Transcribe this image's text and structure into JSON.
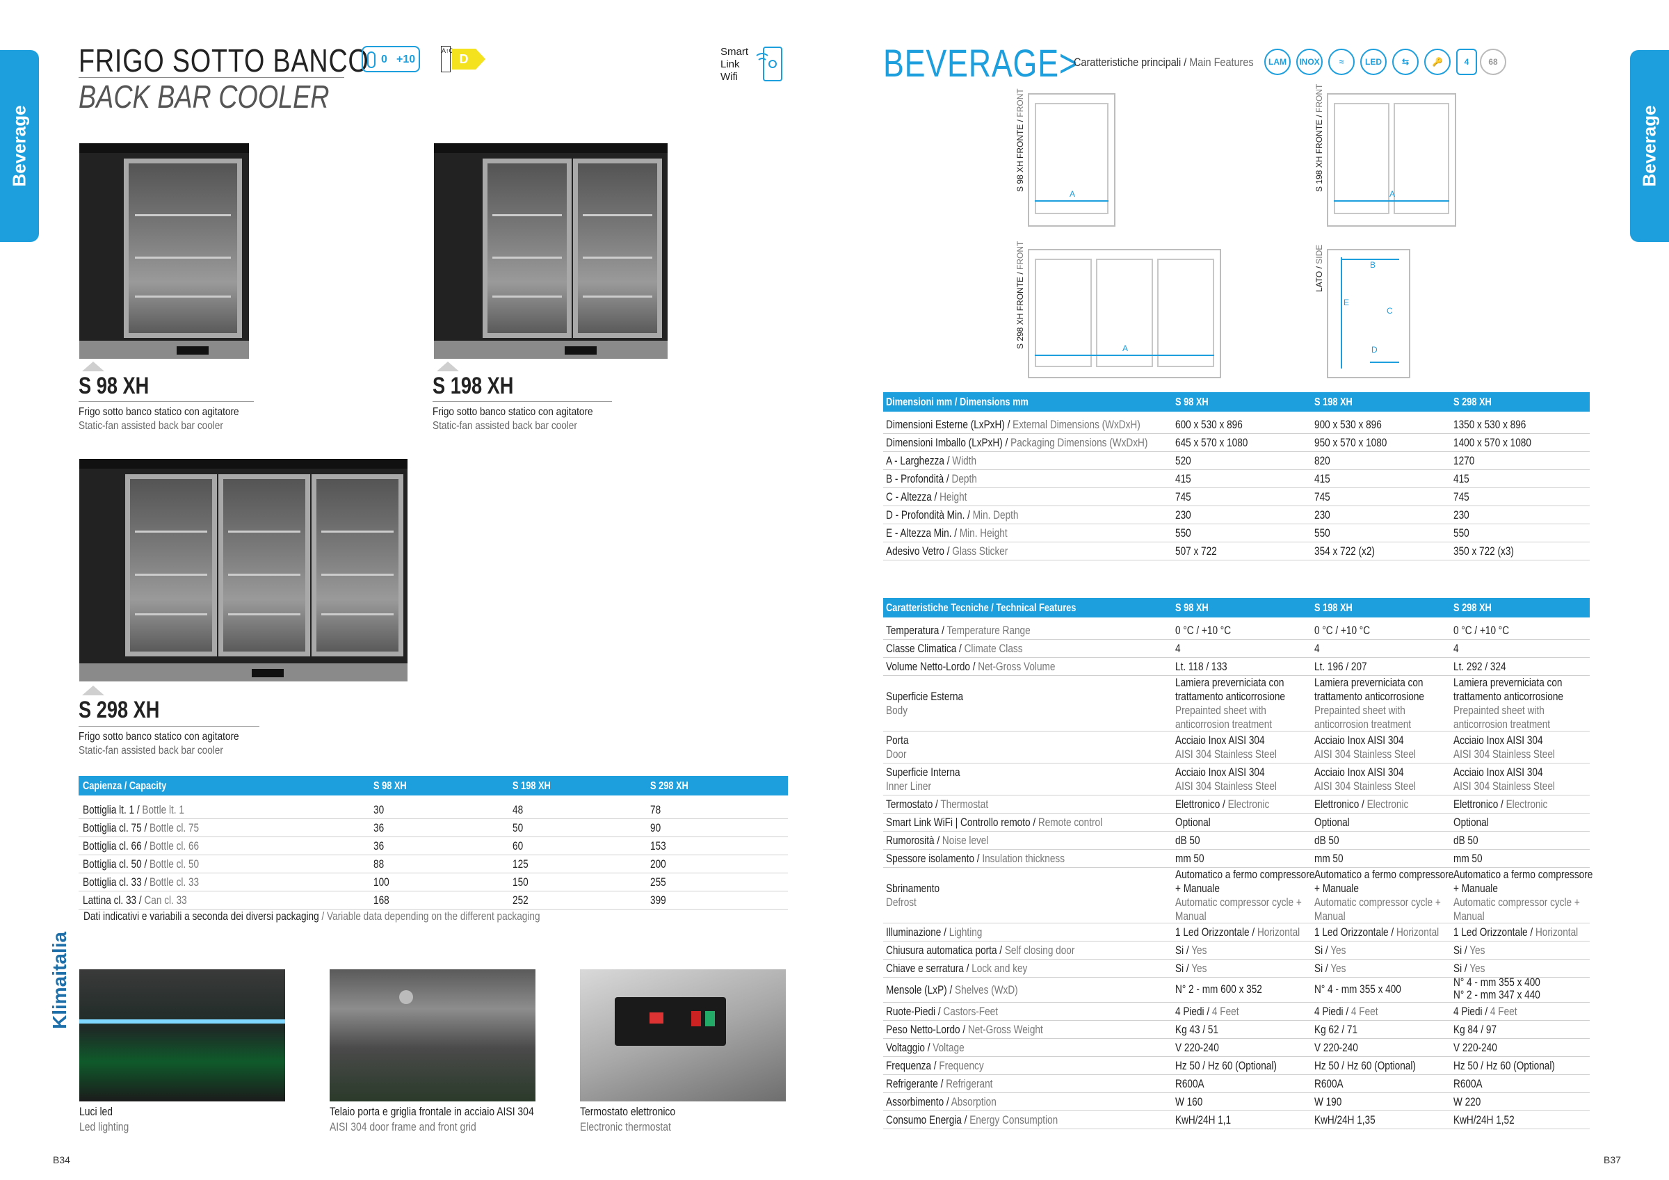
{
  "side_tab_left": "Beverage",
  "side_tab_right": "Beverage",
  "title": {
    "it": "FRIGO SOTTO BANCO",
    "en": "BACK BAR COOLER"
  },
  "badges": {
    "temp_min": "0",
    "temp_max": "+10",
    "energy_scale": "A↑G",
    "energy_class": "D"
  },
  "smart_link": [
    "Smart",
    "Link",
    "Wifi"
  ],
  "beverage_title": "BEVERAGE>",
  "main_features": {
    "it": "Caratteristiche principali / ",
    "en": "Main Features"
  },
  "feature_icons": [
    "LAM",
    "INOX",
    "≈",
    "LED",
    "⇆",
    "🔑",
    "4",
    "68"
  ],
  "products": [
    {
      "name": "S 98 XH",
      "desc_it": "Frigo sotto banco statico con agitatore",
      "desc_en": "Static-fan assisted back bar cooler"
    },
    {
      "name": "S 198 XH",
      "desc_it": "Frigo sotto banco statico con agitatore",
      "desc_en": "Static-fan assisted back bar cooler"
    },
    {
      "name": "S 298 XH",
      "desc_it": "Frigo sotto banco statico con agitatore",
      "desc_en": "Static-fan assisted back bar cooler"
    }
  ],
  "capacity": {
    "header": "Capienza / Capacity",
    "cols": [
      "S 98 XH",
      "S 198 XH",
      "S 298 XH"
    ],
    "rows": [
      {
        "it": "Bottiglia lt. 1 / ",
        "en": "Bottle lt. 1",
        "v": [
          "30",
          "48",
          "78"
        ]
      },
      {
        "it": "Bottiglia cl. 75 / ",
        "en": "Bottle cl. 75",
        "v": [
          "36",
          "50",
          "90"
        ]
      },
      {
        "it": "Bottiglia cl. 66 / ",
        "en": "Bottle cl. 66",
        "v": [
          "36",
          "60",
          "153"
        ]
      },
      {
        "it": "Bottiglia cl. 50 / ",
        "en": "Bottle cl. 50",
        "v": [
          "88",
          "125",
          "200"
        ]
      },
      {
        "it": "Bottiglia cl. 33 / ",
        "en": "Bottle cl. 33",
        "v": [
          "100",
          "150",
          "255"
        ]
      },
      {
        "it": "Lattina cl. 33 / ",
        "en": "Can cl. 33",
        "v": [
          "168",
          "252",
          "399"
        ]
      }
    ],
    "note_it": "Dati indicativi e variabili a seconda dei diversi packaging ",
    "note_en": "/ Variable data depending on the different packaging"
  },
  "details": [
    {
      "it": "Luci led",
      "en": "Led lighting"
    },
    {
      "it": "Telaio porta e griglia frontale in acciaio AISI 304",
      "en": "AISI 304 door frame and front grid"
    },
    {
      "it": "Termostato elettronico",
      "en": "Electronic thermostat"
    }
  ],
  "drawings": {
    "s98": {
      "it": "S 98 XH FRONTE / ",
      "en": "FRONT"
    },
    "s198": {
      "it": "S 198 XH FRONTE / ",
      "en": "FRONT"
    },
    "s298": {
      "it": "S 298 XH FRONTE / ",
      "en": "FRONT"
    },
    "side": {
      "it": "LATO / ",
      "en": "SIDE"
    },
    "letters": [
      "A",
      "B",
      "C",
      "D",
      "E"
    ]
  },
  "dimensions": {
    "header": "Dimensioni mm / Dimensions mm",
    "cols": [
      "S 98 XH",
      "S 198 XH",
      "S 298 XH"
    ],
    "rows": [
      {
        "it": "Dimensioni Esterne (LxPxH) / ",
        "en": "External Dimensions (WxDxH)",
        "v": [
          "600 x 530 x 896",
          "900 x 530 x 896",
          "1350 x 530 x 896"
        ]
      },
      {
        "it": "Dimensioni Imballo (LxPxH) / ",
        "en": "Packaging Dimensions (WxDxH)",
        "v": [
          "645 x 570 x 1080",
          "950 x 570 x 1080",
          "1400 x 570 x 1080"
        ]
      },
      {
        "it": "A - Larghezza / ",
        "en": "Width",
        "v": [
          "520",
          "820",
          "1270"
        ]
      },
      {
        "it": "B - Profondità / ",
        "en": "Depth",
        "v": [
          "415",
          "415",
          "415"
        ]
      },
      {
        "it": "C - Altezza / ",
        "en": "Height",
        "v": [
          "745",
          "745",
          "745"
        ]
      },
      {
        "it": "D - Profondità Min. / ",
        "en": "Min. Depth",
        "v": [
          "230",
          "230",
          "230"
        ]
      },
      {
        "it": "E - Altezza Min. / ",
        "en": "Min. Height",
        "v": [
          "550",
          "550",
          "550"
        ]
      },
      {
        "it": "Adesivo Vetro / ",
        "en": "Glass Sticker",
        "v": [
          "507 x 722",
          "354 x 722 (x2)",
          "350 x 722 (x3)"
        ]
      }
    ]
  },
  "technical": {
    "header": "Caratteristiche Tecniche / Technical Features",
    "cols": [
      "S 98 XH",
      "S 198 XH",
      "S 298 XH"
    ],
    "rows": [
      {
        "it": "Temperatura / ",
        "en": "Temperature Range",
        "v": [
          "0 °C / +10 °C",
          "0 °C / +10 °C",
          "0 °C / +10 °C"
        ]
      },
      {
        "it": "Classe Climatica / ",
        "en": "Climate Class",
        "v": [
          "4",
          "4",
          "4"
        ]
      },
      {
        "it": "Volume Netto-Lordo / ",
        "en": "Net-Gross Volume",
        "v": [
          "Lt. 118 / 133",
          "Lt. 196 / 207",
          "Lt. 292 / 324"
        ]
      },
      {
        "it": "Superficie Esterna",
        "en": "Body",
        "stack": true,
        "v": [
          {
            "it1": "Lamiera preverniciata con",
            "it2": "trattamento anticorrosione",
            "en1": "Prepainted sheet with",
            "en2": "anticorrosion treatment"
          },
          {
            "it1": "Lamiera preverniciata con",
            "it2": "trattamento anticorrosione",
            "en1": "Prepainted sheet with",
            "en2": "anticorrosion treatment"
          },
          {
            "it1": "Lamiera preverniciata con",
            "it2": "trattamento anticorrosione",
            "en1": "Prepainted sheet with",
            "en2": "anticorrosion treatment"
          }
        ]
      },
      {
        "it": "Porta",
        "en": "Door",
        "stack": true,
        "v": [
          {
            "it1": "Acciaio Inox AISI 304",
            "en1": "AISI 304 Stainless Steel"
          },
          {
            "it1": "Acciaio Inox AISI 304",
            "en1": "AISI 304 Stainless Steel"
          },
          {
            "it1": "Acciaio Inox AISI 304",
            "en1": "AISI 304 Stainless Steel"
          }
        ]
      },
      {
        "it": "Superficie Interna",
        "en": "Inner Liner",
        "stack": true,
        "v": [
          {
            "it1": "Acciaio Inox AISI 304",
            "en1": "AISI 304 Stainless Steel"
          },
          {
            "it1": "Acciaio Inox AISI 304",
            "en1": "AISI 304 Stainless Steel"
          },
          {
            "it1": "Acciaio Inox AISI 304",
            "en1": "AISI 304 Stainless Steel"
          }
        ]
      },
      {
        "it": "Termostato / ",
        "en": "Thermostat",
        "pair": true,
        "v": [
          {
            "it": "Elettronico / ",
            "en": "Electronic"
          },
          {
            "it": "Elettronico / ",
            "en": "Electronic"
          },
          {
            "it": "Elettronico / ",
            "en": "Electronic"
          }
        ]
      },
      {
        "it": "Smart Link WiFi | Controllo remoto / ",
        "en": "Remote control",
        "v": [
          "Optional",
          "Optional",
          "Optional"
        ]
      },
      {
        "it": "Rumorosità / ",
        "en": "Noise level",
        "v": [
          "dB 50",
          "dB 50",
          "dB 50"
        ]
      },
      {
        "it": "Spessore isolamento / ",
        "en": "Insulation thickness",
        "v": [
          "mm 50",
          "mm 50",
          "mm 50"
        ]
      },
      {
        "it": "Sbrinamento",
        "en": "Defrost",
        "stack": true,
        "v": [
          {
            "it1": "Automatico a fermo compressore",
            "it2": "+ Manuale",
            "en1": "Automatic compressor cycle +",
            "en2": "Manual"
          },
          {
            "it1": "Automatico a fermo compressore",
            "it2": "+ Manuale",
            "en1": "Automatic compressor cycle +",
            "en2": "Manual"
          },
          {
            "it1": "Automatico a fermo compressore",
            "it2": "+ Manuale",
            "en1": "Automatic compressor cycle +",
            "en2": "Manual"
          }
        ]
      },
      {
        "it": "Illuminazione / ",
        "en": "Lighting",
        "pair": true,
        "v": [
          {
            "it": "1 Led Orizzontale / ",
            "en": "Horizontal"
          },
          {
            "it": "1 Led Orizzontale / ",
            "en": "Horizontal"
          },
          {
            "it": "1 Led Orizzontale / ",
            "en": "Horizontal"
          }
        ]
      },
      {
        "it": "Chiusura automatica porta / ",
        "en": "Self closing door",
        "pair": true,
        "v": [
          {
            "it": "Si / ",
            "en": "Yes"
          },
          {
            "it": "Si / ",
            "en": "Yes"
          },
          {
            "it": "Si / ",
            "en": "Yes"
          }
        ]
      },
      {
        "it": "Chiave e serratura / ",
        "en": "Lock and key",
        "pair": true,
        "v": [
          {
            "it": "Si / ",
            "en": "Yes"
          },
          {
            "it": "Si / ",
            "en": "Yes"
          },
          {
            "it": "Si / ",
            "en": "Yes"
          }
        ]
      },
      {
        "it": "Mensole (LxP) / ",
        "en": "Shelves (WxD)",
        "multi": true,
        "v": [
          [
            "N° 2 - mm 600 x 352"
          ],
          [
            "N° 4 - mm 355 x 400"
          ],
          [
            "N° 4 - mm 355 x 400",
            "N° 2 - mm 347 x 440"
          ]
        ]
      },
      {
        "it": "Ruote-Piedi / ",
        "en": "Castors-Feet",
        "pair": true,
        "v": [
          {
            "it": "4 Piedi / ",
            "en": "4 Feet"
          },
          {
            "it": "4 Piedi / ",
            "en": "4 Feet"
          },
          {
            "it": "4 Piedi / ",
            "en": "4 Feet"
          }
        ]
      },
      {
        "it": "Peso Netto-Lordo / ",
        "en": "Net-Gross Weight",
        "v": [
          "Kg 43 / 51",
          "Kg 62 / 71",
          "Kg 84 / 97"
        ]
      },
      {
        "it": "Voltaggio / ",
        "en": "Voltage",
        "v": [
          "V 220-240",
          "V 220-240",
          "V 220-240"
        ]
      },
      {
        "it": "Frequenza / ",
        "en": "Frequency",
        "v": [
          "Hz 50 / Hz 60 (Optional)",
          "Hz 50 / Hz 60 (Optional)",
          "Hz 50 / Hz 60 (Optional)"
        ]
      },
      {
        "it": "Refrigerante / ",
        "en": "Refrigerant",
        "v": [
          "R600A",
          "R600A",
          "R600A"
        ]
      },
      {
        "it": "Assorbimento / ",
        "en": "Absorption",
        "v": [
          "W 160",
          "W 190",
          "W 220"
        ]
      },
      {
        "it": "Consumo Energia / ",
        "en": "Energy Consumption",
        "v": [
          "KwH/24H 1,1",
          "KwH/24H 1,35",
          "KwH/24H 1,52"
        ]
      }
    ]
  },
  "logo": "Klimaitalia",
  "page_left": "B34",
  "page_right": "B37"
}
